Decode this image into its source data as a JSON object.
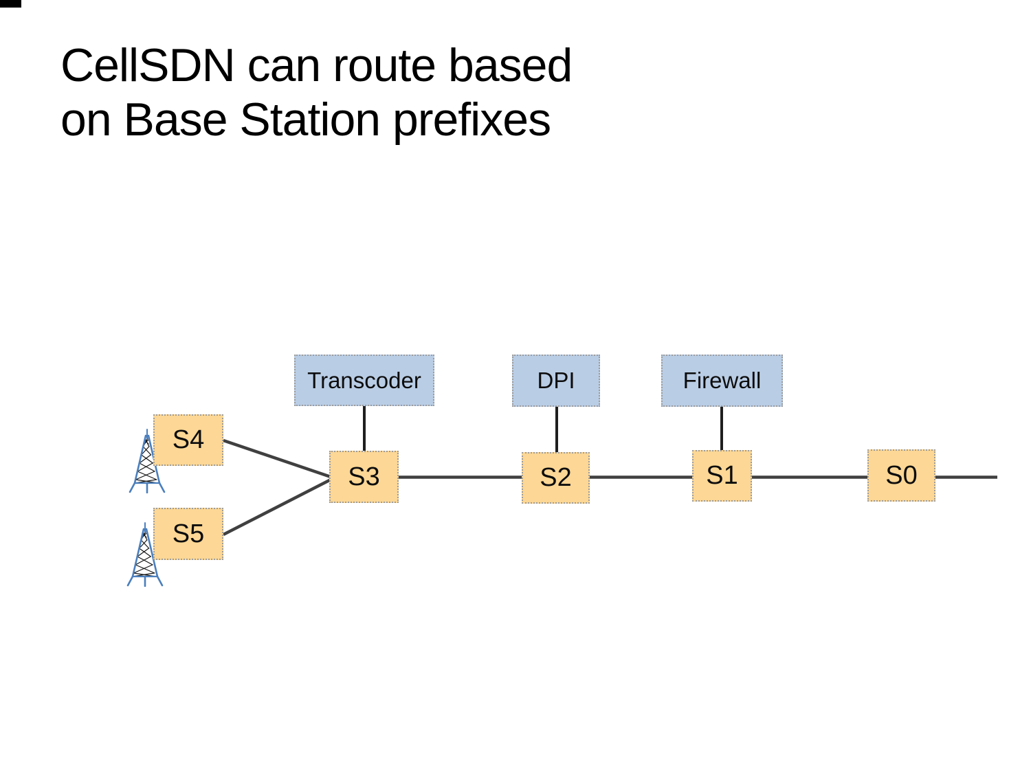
{
  "slide": {
    "title_line1": "CellSDN can route based",
    "title_line2": "on Base Station prefixes"
  },
  "diagram": {
    "middleboxes": [
      {
        "id": "transcoder",
        "label": "Transcoder",
        "attached_switch": "S3"
      },
      {
        "id": "dpi",
        "label": "DPI",
        "attached_switch": "S2"
      },
      {
        "id": "firewall",
        "label": "Firewall",
        "attached_switch": "S1"
      }
    ],
    "switches": [
      {
        "id": "s4",
        "label": "S4"
      },
      {
        "id": "s5",
        "label": "S5"
      },
      {
        "id": "s3",
        "label": "S3"
      },
      {
        "id": "s2",
        "label": "S2"
      },
      {
        "id": "s1",
        "label": "S1"
      },
      {
        "id": "s0",
        "label": "S0"
      }
    ],
    "links": [
      "S4-S3",
      "S5-S3",
      "S3-S2",
      "S2-S1",
      "S1-S0",
      "S0-east-edge",
      "Transcoder-S3",
      "DPI-S2",
      "Firewall-S1"
    ],
    "icons": [
      {
        "name": "cell-tower-icon",
        "near": "S4"
      },
      {
        "name": "cell-tower-icon",
        "near": "S5"
      }
    ],
    "colors": {
      "switch_fill": "#fcd795",
      "middlebox_fill": "#b9cde5",
      "link_line": "#404040",
      "connector_line": "#1f1f1f",
      "box_border": "#9b9b9b",
      "tower_blue": "#4a7ebc",
      "tower_lattice": "#141414"
    }
  }
}
